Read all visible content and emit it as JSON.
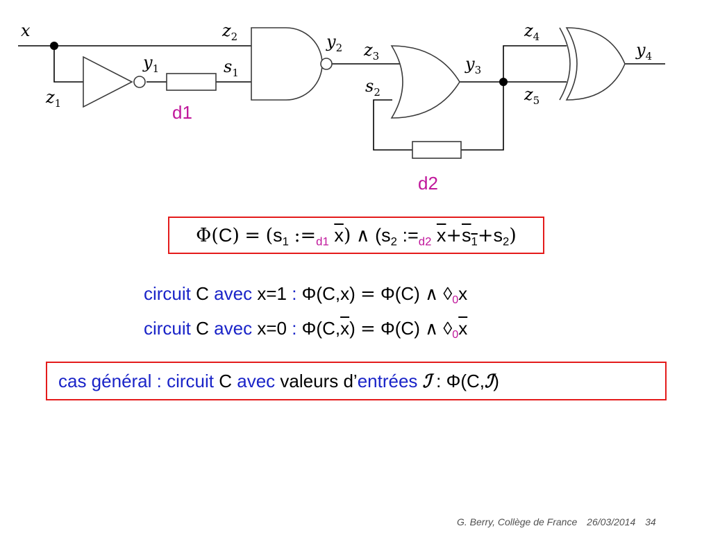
{
  "diagram": {
    "wire_labels": {
      "x": "x",
      "z1_base": "z",
      "z1_sub": "1",
      "y1_base": "y",
      "y1_sub": "1",
      "z2_base": "z",
      "z2_sub": "2",
      "s1_base": "s",
      "s1_sub": "1",
      "y2_base": "y",
      "y2_sub": "2",
      "z3_base": "z",
      "z3_sub": "3",
      "s2_base": "s",
      "s2_sub": "2",
      "y3_base": "y",
      "y3_sub": "3",
      "z4_base": "z",
      "z4_sub": "4",
      "z5_base": "z",
      "z5_sub": "5",
      "y4_base": "y",
      "y4_sub": "4"
    },
    "delay_labels": {
      "d1": "d1",
      "d2": "d2"
    },
    "colors": {
      "delay_label": "#c0179b",
      "wire": "#000000",
      "gate_stroke": "#3a3a3a"
    }
  },
  "formula": {
    "phi": "Φ",
    "c": "C",
    "lparen": "(",
    "rparen": ")",
    "eq": "=",
    "s": "s",
    "sub1": "1",
    "sub2": "2",
    "assign": ":=",
    "d1": "d1",
    "d2": "d2",
    "x": "x",
    "and": "∧",
    "plus": "+",
    "open2": "(",
    "close2": ")"
  },
  "lines": [
    {
      "kw_circuit": "circuit",
      "c": "C",
      "kw_avec": "avec",
      "assign": "x=1",
      "colon": ":",
      "lhs": "Φ(C,x)",
      "eq": "=",
      "phic": "Φ(C)",
      "and": "∧",
      "diamond": "◊",
      "sub0": "0",
      "x": "x"
    },
    {
      "kw_circuit": "circuit",
      "c": "C",
      "kw_avec": "avec",
      "assign": "x=0",
      "colon": ":",
      "lhs_pre": "Φ(C,",
      "lhs_x": "x",
      "lhs_post": ")",
      "eq": "=",
      "phic": "Φ(C)",
      "and": "∧",
      "diamond": "◊",
      "sub0": "0",
      "x": "x"
    }
  ],
  "general": {
    "kw_cas": "cas général :",
    "kw_circuit": "circuit",
    "c": "C",
    "kw_avec": "avec",
    "valeurs": "valeurs d’",
    "kw_entrees": "entrées",
    "script_i": "ℐ",
    "colon": ":",
    "phi_pre": "Φ(C,",
    "phi_i": "ℐ",
    "phi_post": ")"
  },
  "footer": {
    "author": "G. Berry, Collège de France",
    "date": "26/03/2014",
    "page": "34"
  },
  "colors": {
    "keyword": "#1a24c8",
    "delay": "#c0179b",
    "frame": "#e41b1b"
  }
}
